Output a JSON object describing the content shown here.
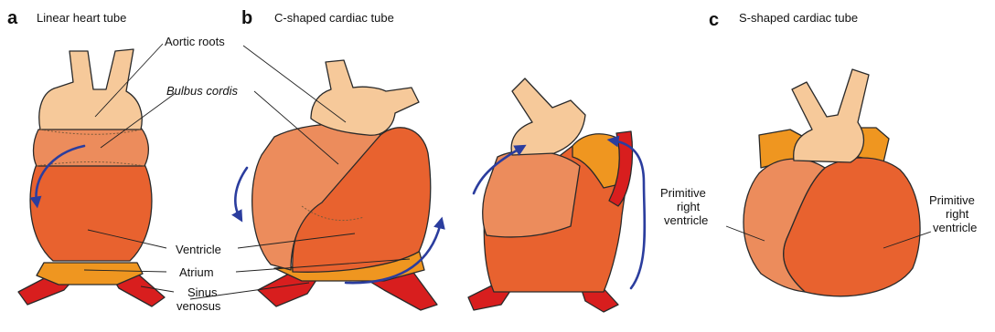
{
  "panels": {
    "a": {
      "letter": "a",
      "title": "Linear heart tube"
    },
    "b": {
      "letter": "b",
      "title": "C-shaped cardiac tube"
    },
    "c": {
      "letter": "c",
      "title": "S-shaped cardiac tube"
    }
  },
  "labels": {
    "aortic_roots": "Aortic roots",
    "bulbus_cordis": "Bulbus cordis",
    "ventricle": "Ventricle",
    "atrium": "Atrium",
    "sinus_line1": "Sinus",
    "sinus_line2": "venosus",
    "prim_left_1": "Primitive",
    "prim_left_2": "right",
    "prim_left_3": "ventricle",
    "prim_right_1": "Primitive",
    "prim_right_2": "right",
    "prim_right_3": "ventricle"
  },
  "colors": {
    "aortic": "#f6c99a",
    "bulbus": "#ec8c5c",
    "ventricle": "#e8622f",
    "atrium": "#ef9620",
    "sinus": "#d81e1e",
    "arrow": "#2b3d9e"
  }
}
